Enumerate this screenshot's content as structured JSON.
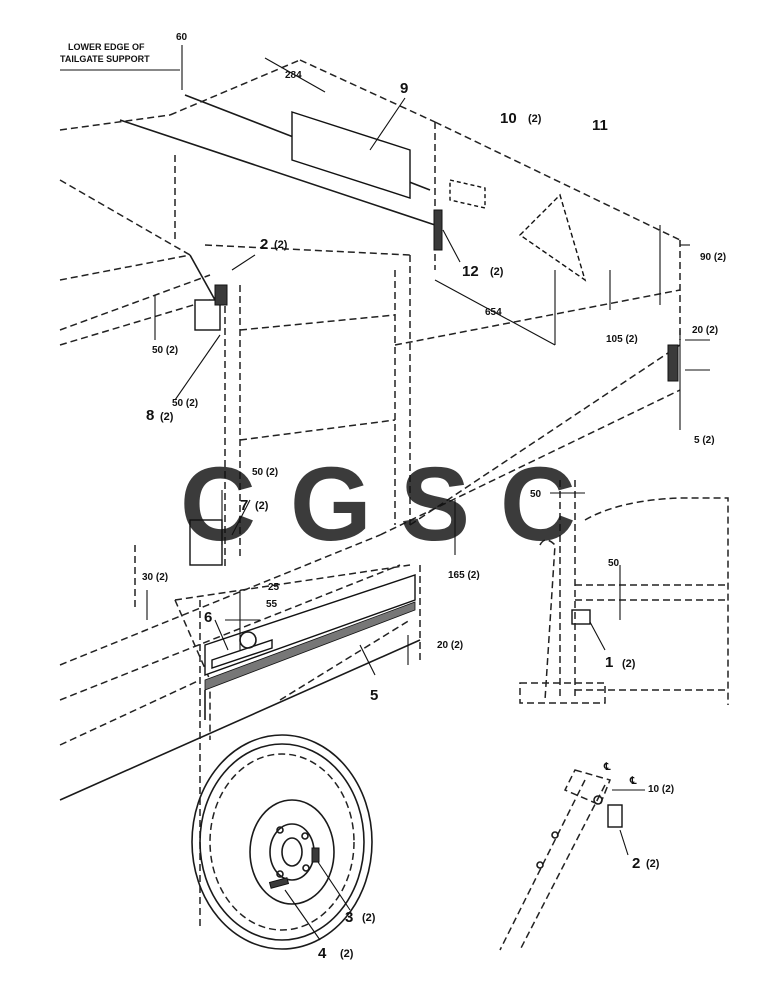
{
  "note": {
    "line1": "LOWER EDGE OF",
    "line2": "TAILGATE SUPPORT"
  },
  "callouts": {
    "c1": {
      "num": "1",
      "qty": "(2)"
    },
    "c2a": {
      "num": "2",
      "qty": "(2)"
    },
    "c2b": {
      "num": "2",
      "qty": "(2)"
    },
    "c3": {
      "num": "3",
      "qty": "(2)"
    },
    "c4": {
      "num": "4",
      "qty": "(2)"
    },
    "c5": {
      "num": "5",
      "qty": ""
    },
    "c6": {
      "num": "6",
      "qty": ""
    },
    "c7": {
      "num": "7",
      "qty": "(2)"
    },
    "c8": {
      "num": "8",
      "qty": "(2)"
    },
    "c9": {
      "num": "9",
      "qty": ""
    },
    "c10": {
      "num": "10",
      "qty": "(2)"
    },
    "c11": {
      "num": "11",
      "qty": ""
    },
    "c12": {
      "num": "12",
      "qty": "(2)"
    }
  },
  "dimensions": {
    "d60": "60",
    "d284": "284",
    "d654": "654",
    "d90": "90 (2)",
    "d105": "105 (2)",
    "d20a": "20 (2)",
    "d5": "5 (2)",
    "d50a": "50 (2)",
    "d50b": "50 (2)",
    "d50c": "50 (2)",
    "d50d": "50",
    "d50e": "50",
    "d30": "30 (2)",
    "d25": "25",
    "d55": "55",
    "d165": "165 (2)",
    "d20b": "20 (2)",
    "d10": "10 (2)",
    "cl1": "℄",
    "cl2": "℄"
  },
  "watermark": {
    "letters": [
      "C",
      "G",
      "S",
      "C"
    ],
    "colors": [
      "#4a8ef0",
      "#f06a60",
      "#f5c323",
      "#2ea566"
    ]
  }
}
